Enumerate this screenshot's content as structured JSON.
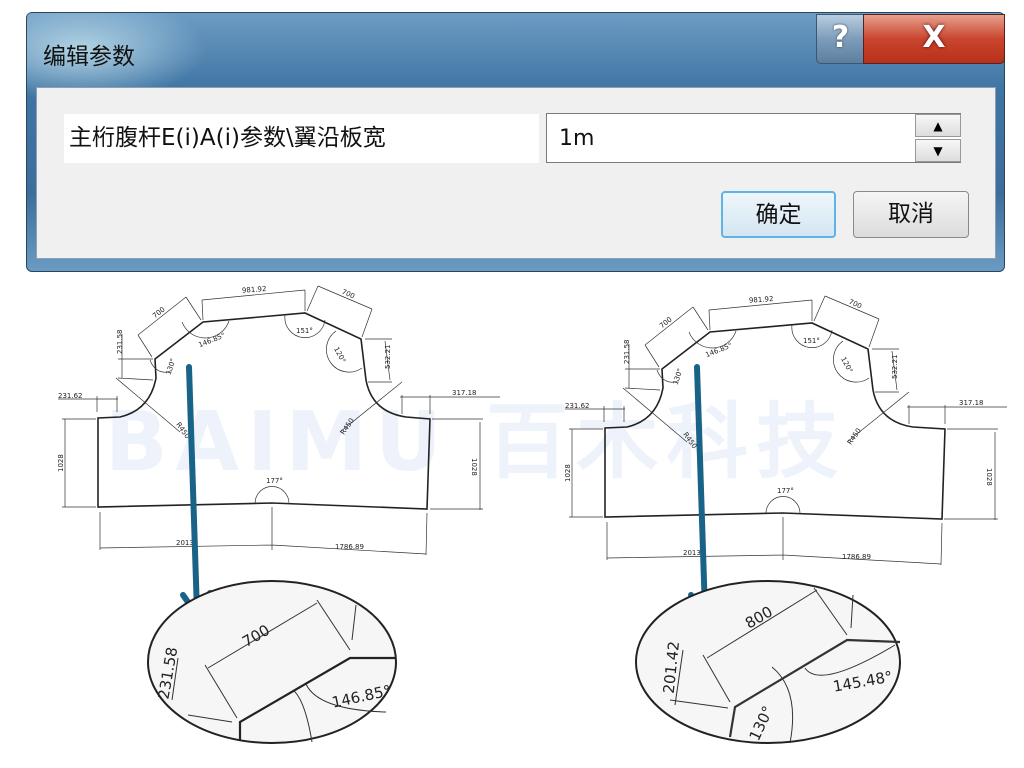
{
  "dialog": {
    "title": "编辑参数",
    "help_label": "?",
    "close_label": "X",
    "parameter_name": "主桁腹杆E(i)A(i)参数\\翼沿板宽",
    "parameter_value": "1m",
    "spin_up": "▲",
    "spin_down": "▼",
    "ok_label": "确定",
    "cancel_label": "取消"
  },
  "watermark": "BAIMU 百木科技",
  "colors": {
    "arrow": "#1a6388",
    "watermark": "#edf2fb"
  },
  "drawing_left": {
    "labels": [
      "981.92",
      "700",
      "700",
      "231.58",
      "146.85°",
      "130°",
      "151°",
      "120°",
      "532.21",
      "231.62",
      "317.18",
      "R450",
      "R450",
      "1028",
      "1028",
      "177°",
      "2013",
      "1786.89"
    ],
    "magnified": {
      "length": "700",
      "side": "231.58",
      "angle": "146.85°"
    }
  },
  "drawing_right": {
    "labels": [
      "981.92",
      "700",
      "700",
      "231.58",
      "146.85°",
      "130°",
      "151°",
      "120°",
      "532.21",
      "231.62",
      "317.18",
      "R450",
      "R450",
      "1028",
      "1028",
      "177°",
      "2013",
      "1786.89"
    ],
    "magnified": {
      "length": "800",
      "side": "201.42",
      "angle": "145.48°",
      "angle2": "130°"
    }
  }
}
